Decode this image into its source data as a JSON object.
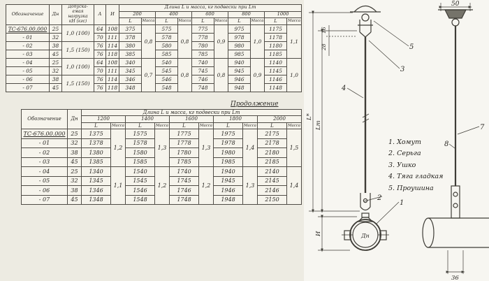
{
  "table1": {
    "col_designation": "Обозначение",
    "col_dn": "Дн",
    "col_load": "Допуска-\nемая\nнагрузка\nкН (кгс)",
    "col_a": "А",
    "col_i": "И",
    "col_span_title": "Длина L и масса, кг подвески при Lт",
    "col_l": "L",
    "col_mass": "Масса",
    "lt": [
      "200",
      "400",
      "600",
      "800",
      "1000"
    ],
    "loads": [
      "1,0 (100)",
      "1,5 (150)",
      "1,0 (100)",
      "1,5 (150)"
    ],
    "rows": [
      {
        "des": "ТС-676.00.000",
        "dn": "25",
        "a": "64",
        "i": "108",
        "l": [
          "375",
          "575",
          "775",
          "975",
          "1175"
        ]
      },
      {
        "des": "- 01",
        "dn": "32",
        "a": "70",
        "i": "111",
        "l": [
          "378",
          "578",
          "778",
          "978",
          "1178"
        ]
      },
      {
        "des": "- 02",
        "dn": "38",
        "a": "76",
        "i": "114",
        "l": [
          "380",
          "580",
          "780",
          "980",
          "1180"
        ]
      },
      {
        "des": "- 03",
        "dn": "45",
        "a": "76",
        "i": "118",
        "l": [
          "385",
          "585",
          "785",
          "985",
          "1185"
        ]
      },
      {
        "des": "- 04",
        "dn": "25",
        "a": "64",
        "i": "108",
        "l": [
          "340",
          "540",
          "740",
          "940",
          "1140"
        ]
      },
      {
        "des": "- 05",
        "dn": "32",
        "a": "70",
        "i": "111",
        "l": [
          "345",
          "545",
          "745",
          "945",
          "1145"
        ]
      },
      {
        "des": "- 06",
        "dn": "38",
        "a": "76",
        "i": "114",
        "l": [
          "346",
          "546",
          "746",
          "946",
          "1146"
        ]
      },
      {
        "des": "- 07",
        "dn": "45",
        "a": "76",
        "i": "118",
        "l": [
          "348",
          "548",
          "748",
          "948",
          "1148"
        ]
      }
    ],
    "mass_group1": [
      "0,8",
      "0,8",
      "0,9",
      "1,0",
      "1,1"
    ],
    "mass_group2": [
      "0,7",
      "0,8",
      "0,8",
      "0,9",
      "1,0"
    ]
  },
  "table2": {
    "continuation": "Продолжение",
    "col_designation": "Обозначение",
    "col_dn": "Дн",
    "col_span_title": "Длина L и масса, кг подвески при Lт",
    "col_l": "L",
    "col_mass": "Масса",
    "lt": [
      "1200",
      "1400",
      "1600",
      "1800",
      "2000"
    ],
    "rows": [
      {
        "des": "ТС-676.00.000",
        "dn": "25",
        "l": [
          "1375",
          "1575",
          "1775",
          "1975",
          "2175"
        ]
      },
      {
        "des": "- 01",
        "dn": "32",
        "l": [
          "1378",
          "1578",
          "1778",
          "1978",
          "2178"
        ]
      },
      {
        "des": "- 02",
        "dn": "38",
        "l": [
          "1380",
          "1580",
          "1780",
          "1980",
          "2180"
        ]
      },
      {
        "des": "- 03",
        "dn": "45",
        "l": [
          "1385",
          "1585",
          "1785",
          "1985",
          "2185"
        ]
      },
      {
        "des": "- 04",
        "dn": "25",
        "l": [
          "1340",
          "1540",
          "1740",
          "1940",
          "2140"
        ]
      },
      {
        "des": "- 05",
        "dn": "32",
        "l": [
          "1345",
          "1545",
          "1745",
          "1945",
          "2145"
        ]
      },
      {
        "des": "- 06",
        "dn": "38",
        "l": [
          "1346",
          "1546",
          "1746",
          "1946",
          "2146"
        ]
      },
      {
        "des": "- 07",
        "dn": "45",
        "l": [
          "1348",
          "1548",
          "1748",
          "1948",
          "2150"
        ]
      }
    ],
    "mass_group1": [
      "1,2",
      "1,3",
      "1,3",
      "1,4",
      "1,5"
    ],
    "mass_group2": [
      "1,1",
      "1,2",
      "1,2",
      "1,3",
      "1,4"
    ]
  },
  "drawing": {
    "parts": [
      "1. Хомут",
      "2. Серьга",
      "3. Ушко",
      "4. Тяга гладкая",
      "5. Проушина"
    ],
    "dims": {
      "top_width": "50",
      "d16": "16",
      "d28": "28",
      "l_total": "L*",
      "lt": "Lт",
      "i": "И",
      "dn": "Дн",
      "d36": "36"
    },
    "callouts": {
      "c1": "1",
      "c2": "2",
      "c3": "3",
      "c4": "4",
      "c5": "5",
      "c7": "7",
      "c8": "8"
    }
  }
}
